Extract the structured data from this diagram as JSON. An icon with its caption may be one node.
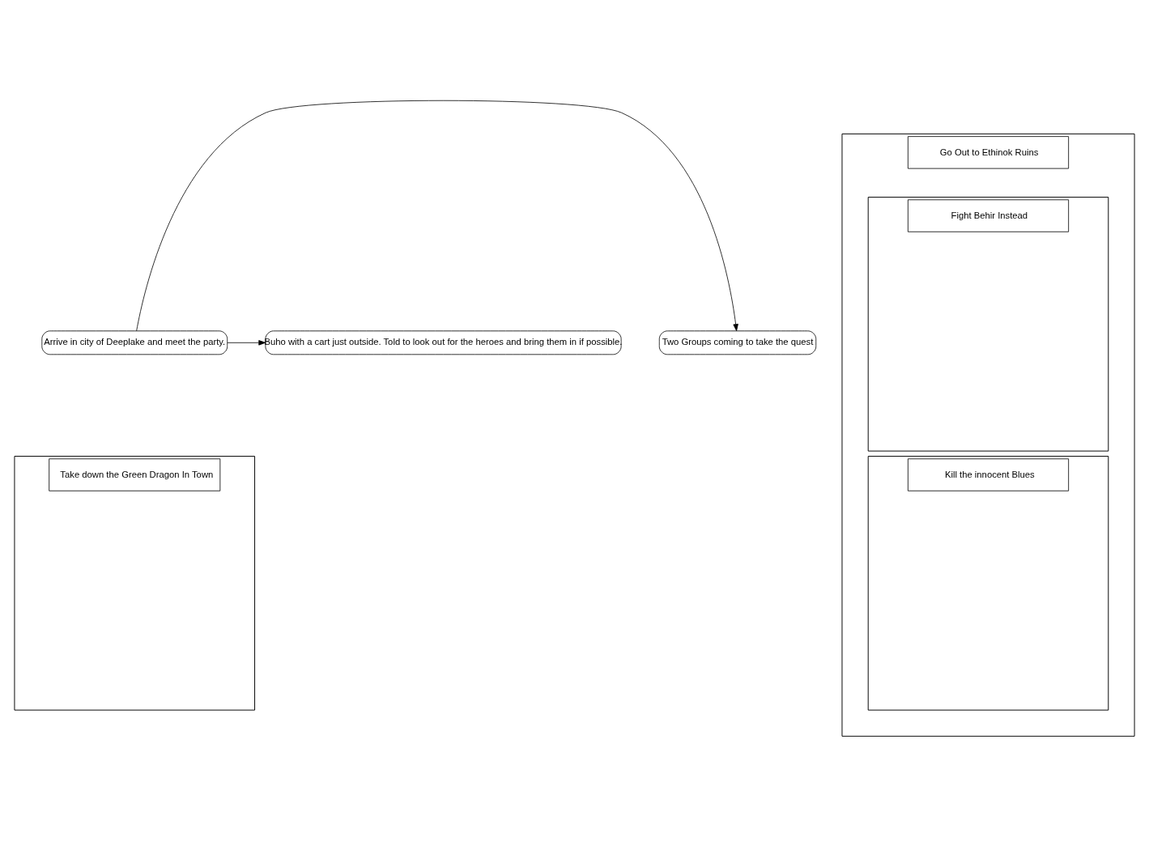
{
  "diagram": {
    "nodes": [
      {
        "text": [
          "Two Groups coming to take the quest"
        ]
      },
      {
        "text": [
          "Arrive in city of Deeplake and meet the party."
        ]
      },
      {
        "text": [
          "Buho with a cart just outside. Told to look out for the heroes and bring them in if possible."
        ]
      },
      {
        "text": [
          "Take down the Green Dragon In Town"
        ]
      },
      {
        "text": [
          "Go Out to Ethinok Ruins"
        ]
      },
      {
        "text": [
          "Kill the innocent Blues"
        ],
        "in": 4
      },
      {
        "text": [
          "Fight Behir Instead"
        ],
        "in": 4
      }
    ],
    "edges": [
      {
        "from": 1,
        "to": 0,
        "arrow": "to"
      },
      {
        "from": 1,
        "to": 2,
        "arrow": "to"
      }
    ]
  }
}
